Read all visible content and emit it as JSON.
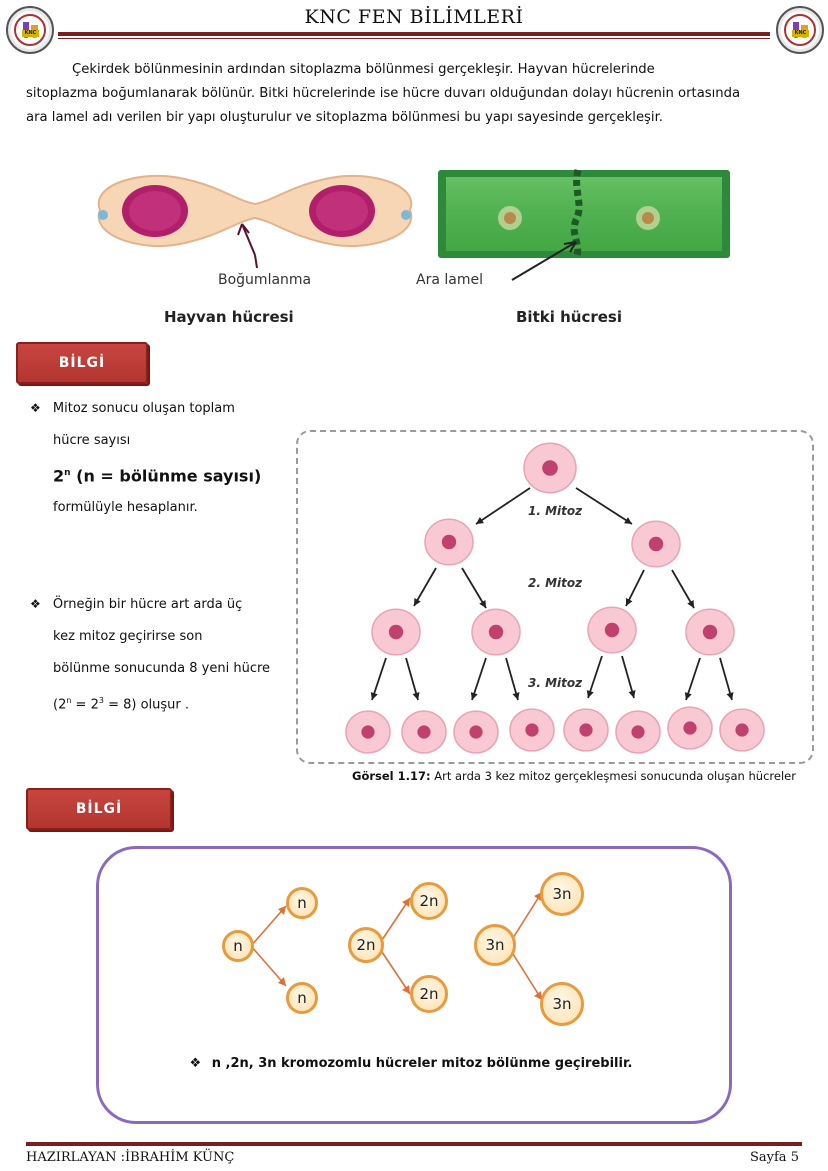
{
  "header": {
    "title": "KNC FEN BİLİMLERİ",
    "logo_text": "KNC"
  },
  "intro": {
    "line1": "Çekirdek bölünmesinin ardından sitoplazma bölünmesi gerçekleşir. Hayvan hücrelerinde",
    "line2": "sitoplazma boğumlanarak bölünür. Bitki hücrelerinde ise hücre duvarı olduğundan dolayı hücrenin ortasında",
    "line3": "ara lamel adı verilen bir yapı oluşturulur ve sitoplazma bölünmesi bu yapı sayesinde gerçekleşir."
  },
  "figure1": {
    "animal_label": "Boğumlanma",
    "plant_label": "Ara lamel",
    "animal_title": "Hayvan hücresi",
    "plant_title": "Bitki hücresi"
  },
  "bilgi1": {
    "banner": "BİLGİ",
    "b1_l1": "Mitoz sonucu oluşan toplam",
    "b1_l2": "hücre sayısı",
    "formula_base": "2",
    "formula_exp": "n",
    "formula_rest": " (n = bölünme sayısı)",
    "b1_l4": "formülüyle hesaplanır.",
    "b2_l1": "Örneğin bir hücre art arda üç",
    "b2_l2": "kez mitoz geçirirse son",
    "b2_l3": "bölünme sonucunda 8 yeni hücre",
    "b2_l4_a": "(2",
    "b2_l4_sup1": "n",
    "b2_l4_b": " = 2",
    "b2_l4_sup2": "3",
    "b2_l4_c": " = 8) oluşur ."
  },
  "mitosis_figure": {
    "label1": "1. Mitoz",
    "label2": "2. Mitoz",
    "label3": "3. Mitoz",
    "caption_bold": "Görsel 1.17:",
    "caption_text": " Art arda 3 kez mitoz gerçekleşmesi sonucunda oluşan hücreler"
  },
  "bilgi2": {
    "banner": "BİLGİ",
    "n": "n",
    "two_n": "2n",
    "three_n": "3n",
    "note": "n ,2n, 3n kromozomlu hücreler mitoz bölünme geçirebilir."
  },
  "footer": {
    "author": "HAZIRLAYAN :İBRAHİM KÜNÇ",
    "page": "Sayfa 5"
  },
  "colors": {
    "header_rule": "#7a1f1f",
    "banner": "#c0403a",
    "box_border": "#8a6abf",
    "ploid_border": "#e89a3d",
    "arrow": "#e0703a"
  }
}
